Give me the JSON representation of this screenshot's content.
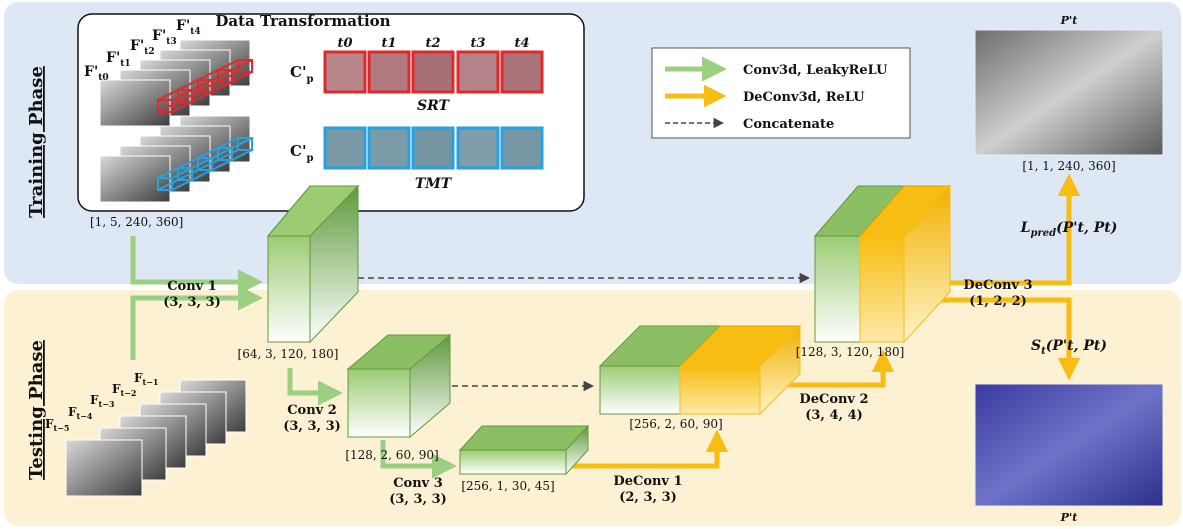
{
  "phases": {
    "training": "Training Phase",
    "testing": "Testing Phase"
  },
  "data_transformation": {
    "title": "Data Transformation",
    "stack_labels": [
      "F'",
      "F'",
      "F'",
      "F'",
      "F'"
    ],
    "stack_subs": [
      "t0",
      "t1",
      "t2",
      "t3",
      "t4"
    ],
    "time_labels": [
      "t0",
      "t1",
      "t2",
      "t3",
      "t4"
    ],
    "cp": "C'",
    "cp_sub": "p",
    "srt": "SRT",
    "tmt": "TMT",
    "input_shape": "[1, 5, 240, 360]"
  },
  "legend": {
    "items": [
      "Conv3d, LeakyReLU",
      "DeConv3d, ReLU",
      "Concatenate"
    ],
    "colors": {
      "conv": "#9bcf82",
      "deconv": "#f7bd12",
      "concat": "#444444"
    }
  },
  "colors": {
    "training_bg": "#dde8f4",
    "testing_bg": "#fdf1d3",
    "green": "#8cbf63",
    "green_dark": "#5e9a3c",
    "yellow": "#f7bd12",
    "srt_red": "#e0282d",
    "tmt_blue": "#27a2df"
  },
  "layers": {
    "conv1": {
      "name": "Conv 1",
      "kernel": "(3, 3, 3)",
      "shape": "[64, 3, 120, 180]"
    },
    "conv2": {
      "name": "Conv 2",
      "kernel": "(3, 3, 3)",
      "shape": "[128, 2, 60, 90]"
    },
    "conv3": {
      "name": "Conv 3",
      "kernel": "(3, 3, 3)",
      "shape": "[256, 1, 30, 45]"
    },
    "deconv1": {
      "name": "DeConv 1",
      "kernel": "(2, 3, 3)",
      "shape": "[256, 2, 60, 90]"
    },
    "deconv2": {
      "name": "DeConv 2",
      "kernel": "(3, 4, 4)",
      "shape": "[128, 3, 120, 180]"
    },
    "deconv3": {
      "name": "DeConv 3",
      "kernel": "(1, 2, 2)"
    }
  },
  "outputs": {
    "pred_title": "P't",
    "pred_shape": "[1, 1, 240, 360]",
    "loss": "L",
    "loss_sub": "pred",
    "loss_args": "(P't, Pt)",
    "score": "S",
    "score_sub": "t",
    "score_args": "(P't, Pt)",
    "score_title": "P't"
  },
  "test_inputs": {
    "labels": [
      "F",
      "F",
      "F",
      "F",
      "F"
    ],
    "subs": [
      "t−5",
      "t−4",
      "t−3",
      "t−2",
      "t−1"
    ]
  }
}
